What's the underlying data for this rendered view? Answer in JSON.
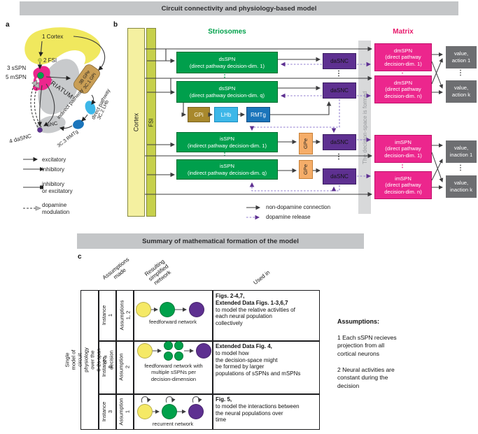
{
  "banners": {
    "top": "Circuit connectivity and physiology-based model",
    "bottom": "Summary of mathematical formation of the model"
  },
  "glyphs": {
    "vdots": "⋮"
  },
  "panel_a": {
    "label": "a",
    "cortex": "1 Cortex",
    "fsi": "2 FSI",
    "sspn": "3 sSPN",
    "mspn": "5 mSPN",
    "striatum": "STRIATUM",
    "gpe": "3B GPe",
    "gpi": "3C.1 GPi",
    "lhb": "3C.2 LHb",
    "rmtg": "3C.3 RMTg",
    "snc": "SNC",
    "dasnc": "4 daSNC",
    "direct_pathway": "direct pathway",
    "indirect_pathway": "indirect pathway",
    "legend": [
      {
        "label": "excitatory"
      },
      {
        "label": "inhibitory"
      },
      {
        "label": "inhibitory",
        "label2": "or excitatory"
      },
      {
        "label": "dopamine",
        "label2": "modulation"
      }
    ]
  },
  "panel_b": {
    "label": "b",
    "cortex_bar": "Cortex",
    "fsi_bar": "FSI",
    "striosomes_header": "Striosomes",
    "matrix_header": "Matrix",
    "dsspn_1": "dsSPN\n(direct pathway decision-dim. 1)",
    "dsspn_q": "dsSPN\n(direct pathway decision-dim. q)",
    "isspn_1": "isSPN\n(indirect pathway decision-dim. 1)",
    "isspn_q": "isSPN\n(indirect pathway decision-dim. q)",
    "gpi": "GPi",
    "lhb": "LHb",
    "rmtg": "RMTg",
    "gpe_1": "GPe",
    "gpe_2": "GPe",
    "dasnc_1": "daSNC",
    "dasnc_2": "daSNC",
    "dasnc_3": "daSNC",
    "dasnc_4": "daSNC",
    "decision_space_note": "The decision-space is formed",
    "dmspn_1": "dmSPN\n(direct pathway\ndecision-dim. 1)",
    "dmspn_n": "dmSPN\n(direct pathway\ndecision-dim. n)",
    "imspn_1": "imSPN\n(direct pathway\ndecision-dim. 1)",
    "imspn_n": "imSPN\n(direct pathway\ndecision-dim. n)",
    "value_action_1": "value,\naction 1",
    "value_action_k": "value,\naction k",
    "value_inaction_1": "value,\ninaction 1",
    "value_inaction_k": "value,\ninaction k",
    "legend": [
      {
        "label": "non-dopamine connection"
      },
      {
        "label": "dopamine release"
      }
    ]
  },
  "panel_c": {
    "label": "c",
    "headers": {
      "assumptions": "Assumptions\nmade",
      "network": "Resulting\nsimplified\nnetwork",
      "used_in": "Used in"
    },
    "row_group_label": "Single model of circuit physiology\nover the 0-2s span of a decision",
    "rows": [
      {
        "instance": "Instance 1",
        "assumption": "Assumptions\n1, 2",
        "network_label": "feedforward network",
        "used_bold": "Figs. 2-4,7,\nExtended Data Figs. 1-3,6,7",
        "used_text": "to model the relative activities of\neach neural population\ncollectively"
      },
      {
        "instance": "Instance 2",
        "assumption": "Assumption 2",
        "network_label": "feedforward network with\nmultiple sSPNs per\ndecision-dimension",
        "used_bold": "Extended Data Fig. 4,",
        "used_text": "to model how\nthe decision-space might\nbe formed by larger\npopulations of sSPNs and mSPNs"
      },
      {
        "instance": "Instance 3",
        "assumption": "Assumption 1",
        "network_label": "recurrent network",
        "used_bold": "Fig. 5,",
        "used_text": "to model the interactions between\nthe neural populations over\ntime"
      }
    ]
  },
  "assumptions_note": {
    "title": "Assumptions:",
    "items": [
      "1 Each sSPN recieves\nprojection from all\ncortical neurons",
      "2 Neural activities are\nconstant during the\ndecision"
    ]
  },
  "colors": {
    "green": "#00a14b",
    "pink": "#ec268d",
    "purple": "#5e3091",
    "cortex_yellow": "#f4f0a0",
    "fsi_yellow_green": "#c6d04b",
    "gpi_olive": "#a8882c",
    "lhb_cyan": "#3db7e8",
    "rmtg_blue": "#1b75bb",
    "gpe_orange": "#f5ad69",
    "value_gray": "#6d6e71",
    "banner_gray": "#c4c6c8",
    "dopamine_purple": "#8e79cf"
  }
}
